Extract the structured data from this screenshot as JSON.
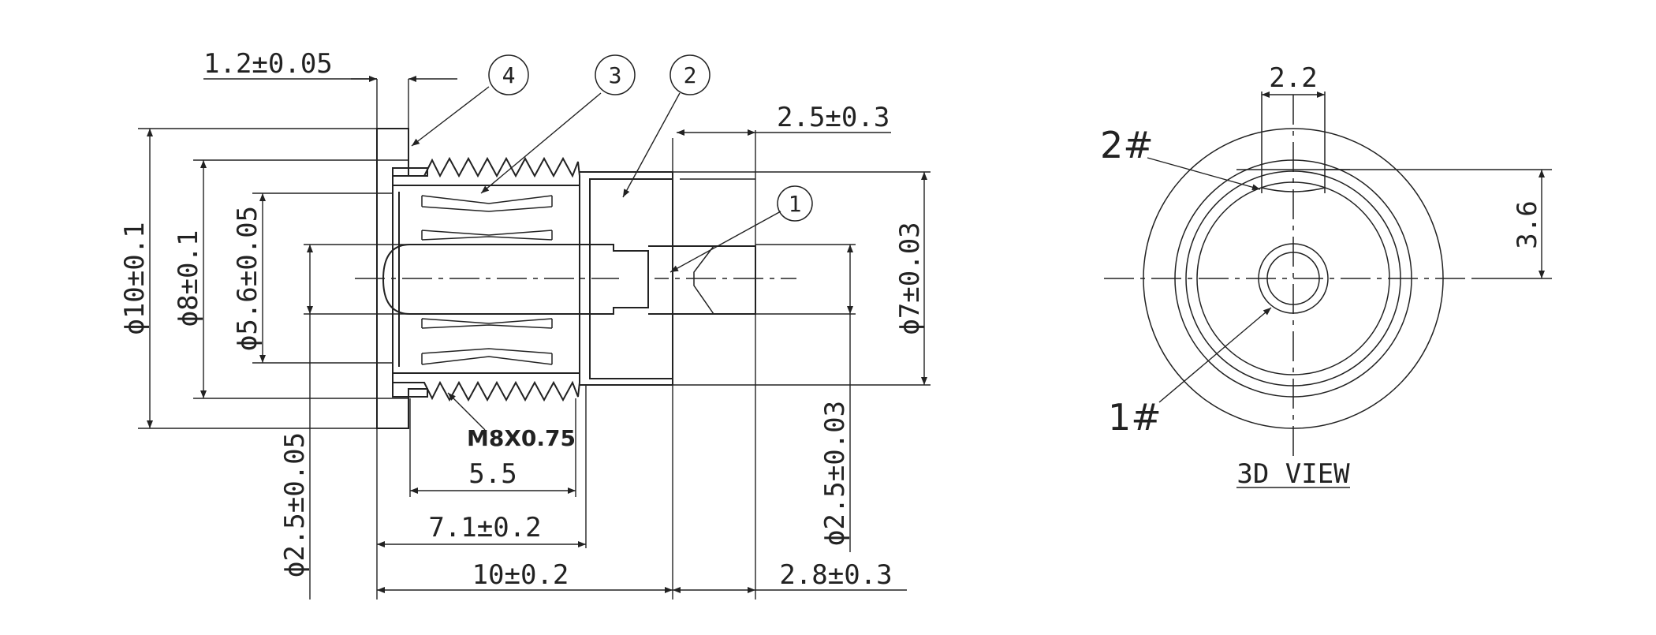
{
  "dimensions": {
    "flange_thickness": "1.2±0.05",
    "tip_length": "2.5±0.3",
    "outer_diameter": "ϕ10±0.1",
    "thread_diameter": "ϕ8±0.1",
    "inner_diameter": "ϕ5.6±0.05",
    "pin_diameter": "ϕ2.5±0.05",
    "body_diameter": "ϕ7±0.03",
    "contact_diameter": "ϕ2.5±0.03",
    "thread_spec": "M8X0.75",
    "thread_length": "5.5",
    "sleeve_length": "7.1±0.2",
    "overall_length": "10±0.2",
    "tip_extension": "2.8±0.3",
    "slot_width": "2.2",
    "slot_depth": "3.6"
  },
  "balloons": {
    "b1": "1",
    "b2": "2",
    "b3": "3",
    "b4": "4"
  },
  "end_view": {
    "label_2": "2#",
    "label_1": "1#",
    "title": "3D VIEW"
  }
}
